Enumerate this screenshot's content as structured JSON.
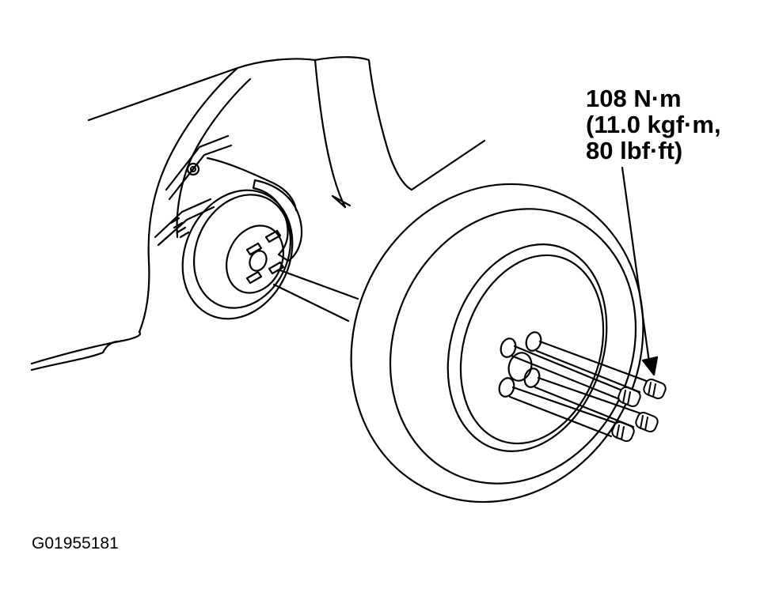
{
  "torque_spec": {
    "line1": "108 N·m",
    "line2": "(11.0 kgf·m,",
    "line3": "80 lbf·ft)"
  },
  "figure_id": "G01955181",
  "colors": {
    "ink": "#000000",
    "background": "#ffffff"
  },
  "parts": {
    "lug_nut_count": 4
  }
}
